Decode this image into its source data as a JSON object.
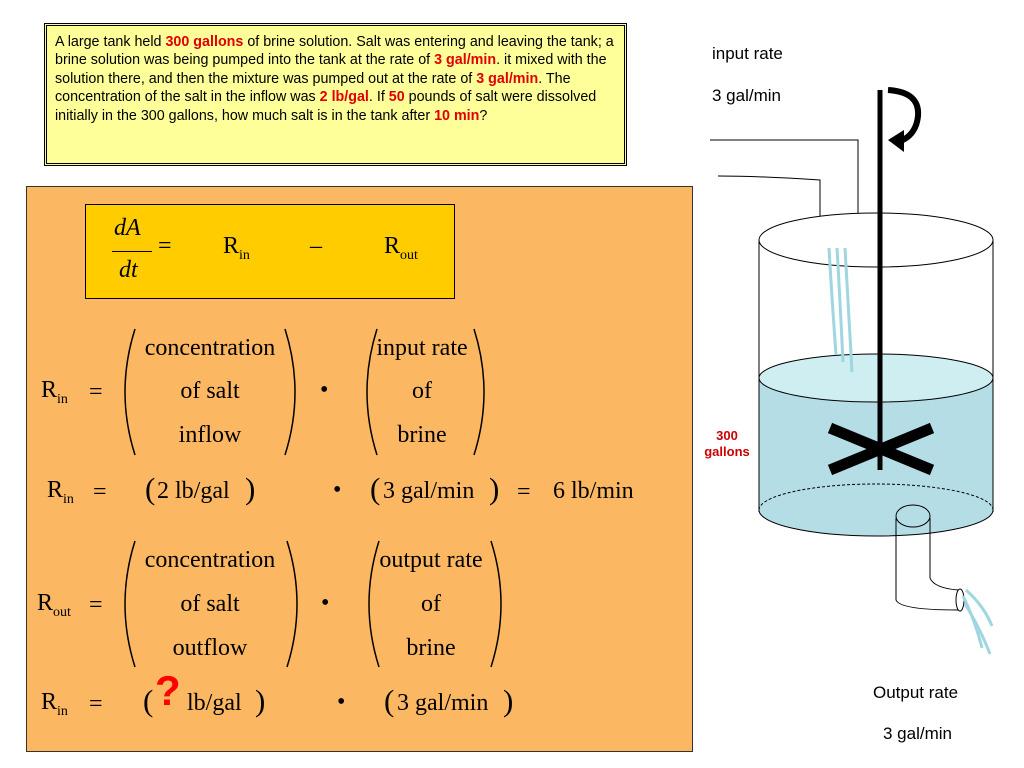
{
  "problem": {
    "parts": [
      {
        "text": "A large tank held ",
        "hl": false
      },
      {
        "text": "300 gallons",
        "hl": true
      },
      {
        "text": " of brine solution. Salt was entering and leaving the tank; a brine solution was being pumped into the tank at the rate of ",
        "hl": false
      },
      {
        "text": "3 gal/min",
        "hl": true
      },
      {
        "text": ". it mixed with the solution there,  and then the mixture was pumped out at the rate of ",
        "hl": false
      },
      {
        "text": "3 gal/min",
        "hl": true
      },
      {
        "text": ". The concentration of the salt in the inflow was ",
        "hl": false
      },
      {
        "text": "2 lb/gal",
        "hl": true
      },
      {
        "text": ". If ",
        "hl": false
      },
      {
        "text": "50",
        "hl": true
      },
      {
        "text": " pounds of salt were dissolved initially in the 300 gallons, how much salt is in the tank after ",
        "hl": false
      },
      {
        "text": "10 min",
        "hl": true
      },
      {
        "text": "?",
        "hl": false
      }
    ]
  },
  "equation": {
    "numerator": "dA",
    "denominator": "dt",
    "equals": "=",
    "r": "R",
    "in_sub": "in",
    "out_sub": "out",
    "minus": "–"
  },
  "rin_def": {
    "lhs": "R",
    "sub": "in",
    "equals": "=",
    "col1": [
      "concentration",
      "of salt",
      "inflow"
    ],
    "dot": "•",
    "col2": [
      "input rate",
      "of",
      "brine"
    ]
  },
  "rin_calc": {
    "lhs": "R",
    "sub": "in",
    "equals": "=",
    "term1": "2 lb/gal",
    "dot": "•",
    "term2": "3 gal/min",
    "equals2": "=",
    "result": "6 lb/min"
  },
  "rout_def": {
    "lhs": "R",
    "sub": "out",
    "equals": "=",
    "col1": [
      "concentration",
      "of salt",
      "outflow"
    ],
    "dot": "•",
    "col2": [
      "output rate",
      "of",
      "brine"
    ]
  },
  "rout_calc": {
    "lhs": "R",
    "sub": "in",
    "equals": "=",
    "question": "?",
    "term1_unit": "lb/gal",
    "dot": "•",
    "term2": "3 gal/min"
  },
  "diagram": {
    "input_label": "input rate",
    "input_value": "3 gal/min",
    "volume_line1": "300",
    "volume_line2": "gallons",
    "output_label": "Output rate",
    "output_value": "3 gal/min",
    "colors": {
      "water": "#b5dde6",
      "water_top": "#cfeef2",
      "stream": "#9fd6e0",
      "accent": "#cc0000"
    }
  }
}
